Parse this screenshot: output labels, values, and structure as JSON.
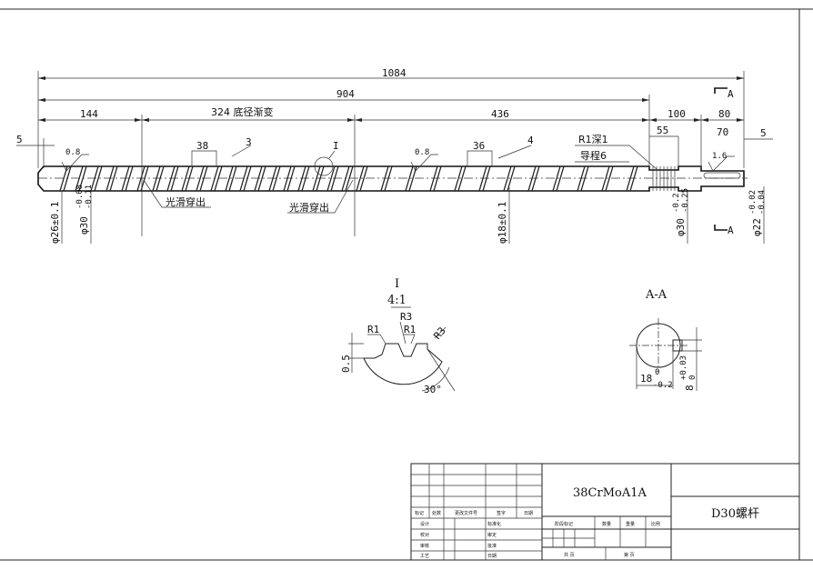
{
  "dimensions": {
    "overall": "1084",
    "thread_total": "904",
    "feed": "144",
    "transition": "324 底径渐变",
    "meter": "436",
    "end_left": "5",
    "shank": "100",
    "tip": "80",
    "tip_right": "5",
    "seal": "55",
    "keyway": "70",
    "pitch1": "38",
    "pitch2": "36",
    "angle1": "3",
    "angle2": "4",
    "rough1": "0.8",
    "rough2": "0.8",
    "rough3": "1.6",
    "r1": "R1深1",
    "lead": "导程6",
    "detail_mark": "I",
    "smooth1": "光滑穿出",
    "smooth2": "光滑穿出",
    "dia_left": "φ26±0.1",
    "dia_thread": "φ30",
    "dia_thread_tol_up": "-0.08",
    "dia_thread_tol_lo": "-0.11",
    "dia_root": "φ18±0.1",
    "dia_shank": "φ30",
    "dia_shank_tol_up": "-0.2",
    "dia_shank_tol_lo": "-0.25",
    "dia_tip": "φ22",
    "dia_tip_tol_up": "-0.02",
    "dia_tip_tol_lo": "-0.04",
    "section_a1": "A",
    "section_a2": "A"
  },
  "detail_view": {
    "title": "I",
    "scale": "4:1",
    "r3_top": "R3",
    "r1_left": "R1",
    "r1_right": "R1",
    "r3_right": "R3",
    "depth": "0.5",
    "angle": "30°"
  },
  "section_view": {
    "title": "A-A",
    "width": "18",
    "width_tol_up": "0",
    "width_tol_lo": "-0.2",
    "key": "8",
    "key_tol_up": "+0.03",
    "key_tol_lo": "0"
  },
  "title_block": {
    "material": "38CrMoA1A",
    "part_name": "D30螺杆",
    "labels_row": [
      "标记",
      "处数",
      "更改文件号",
      "签字",
      "日期"
    ],
    "design": "设计",
    "std": "标准化",
    "check": "校对",
    "review": "审定",
    "audit": "审核",
    "approve": "批准",
    "process": "工艺",
    "date": "日期",
    "stage": "阶段标记",
    "qty": "数量",
    "weight": "重量",
    "scale": "比例",
    "sheets_total": "共  页",
    "sheet_no": "第  页"
  },
  "colors": {
    "line": "#222222",
    "hatch": "#555555",
    "background": "#ffffff"
  }
}
